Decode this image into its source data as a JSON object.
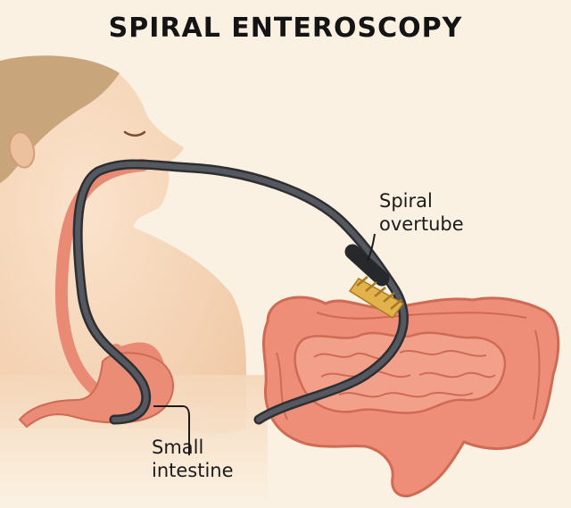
{
  "title": "SPIRAL ENTEROSCOPY",
  "labels": {
    "overtube": [
      "Spiral",
      "overtube"
    ],
    "small_intestine": [
      "Small",
      "intestine"
    ]
  },
  "colors": {
    "background": "#fbf1e2",
    "skin": "#f5d6b8",
    "skin_shadow": "#e9b895",
    "hair": "#c9a57c",
    "tract": "#e98a74",
    "colon": "#ee8e78",
    "colon_dark": "#cf6a55",
    "scope": "#3c3e42",
    "spiral": "#e2b24c"
  }
}
